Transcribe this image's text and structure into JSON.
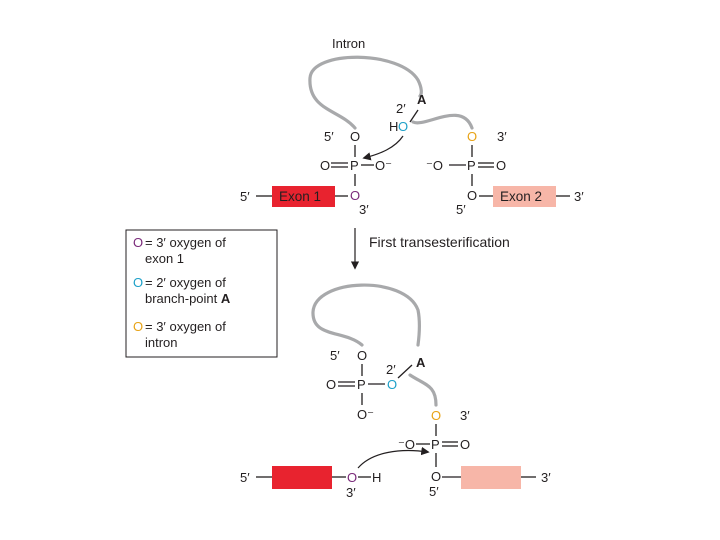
{
  "diagram": {
    "intron_label": "Intron",
    "step_label": "First transesterification",
    "colors": {
      "exon1": "#e8232f",
      "exon2": "#f7b6a8",
      "oxygen_exon1": "#7a2a7a",
      "oxygen_branch": "#1ea0c8",
      "oxygen_intron": "#e8a317",
      "intron_line": "#a8a9ab",
      "text": "#231f20"
    },
    "top": {
      "exon1_label": "Exon 1",
      "exon2_label": "Exon 2",
      "five_prime": "5′",
      "three_prime": "3′",
      "two_prime": "2′",
      "branch_A": "A",
      "O": "O",
      "P": "P",
      "H": "H",
      "O_minus": "O⁻",
      "minus_O": "⁻O"
    },
    "legend": {
      "items": [
        {
          "symbol": "O",
          "text": "= 3′ oxygen of exon 1",
          "line1": "= 3′ oxygen of",
          "line2": "exon 1",
          "color_key": "oxygen_exon1"
        },
        {
          "symbol": "O",
          "text": "= 2′ oxygen of branch-point A",
          "line1": "= 2′ oxygen of",
          "line2": "branch-point ",
          "line2_bold": "A",
          "color_key": "oxygen_branch"
        },
        {
          "symbol": "O",
          "text": "= 3′ oxygen of intron",
          "line1": "= 3′ oxygen of",
          "line2": "intron",
          "color_key": "oxygen_intron"
        }
      ]
    }
  }
}
